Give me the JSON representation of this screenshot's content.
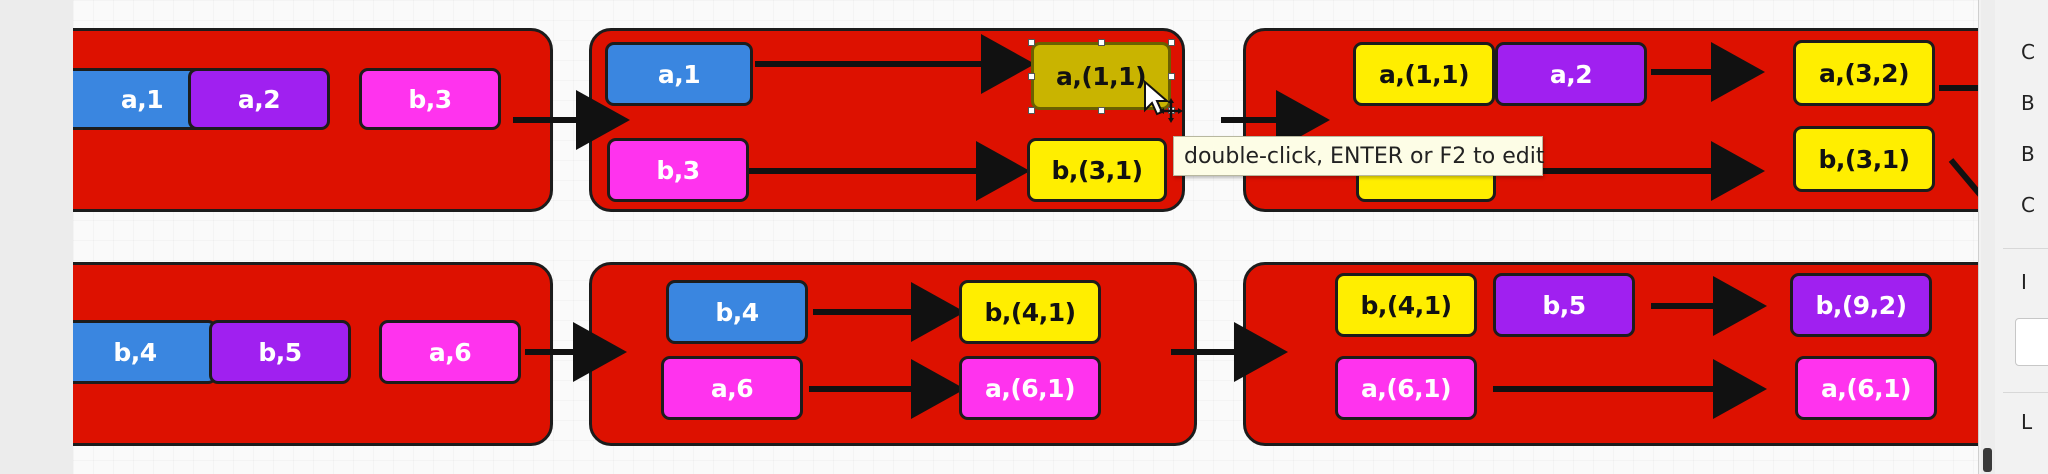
{
  "canvas": {
    "background": "#fafafa",
    "frame_color": "#dd1100",
    "arrow_color": "#111111",
    "colors": {
      "blue": "#3a86e0",
      "purple": "#a020f0",
      "magenta": "#ff33ee",
      "yellow": "#ffee00",
      "olive": "#c9b400"
    },
    "frames": [
      {
        "id": "f1"
      },
      {
        "id": "f2"
      },
      {
        "id": "f3"
      },
      {
        "id": "f4"
      },
      {
        "id": "f5"
      },
      {
        "id": "f6"
      }
    ],
    "nodes": [
      {
        "id": "n1",
        "label": "a,1",
        "color": "blue"
      },
      {
        "id": "n2",
        "label": "a,2",
        "color": "purple"
      },
      {
        "id": "n3",
        "label": "b,3",
        "color": "magenta"
      },
      {
        "id": "n4",
        "label": "a,1",
        "color": "blue"
      },
      {
        "id": "n5",
        "label": "a,(1,1)",
        "color": "olive",
        "selected": true
      },
      {
        "id": "n6",
        "label": "b,3",
        "color": "magenta"
      },
      {
        "id": "n7",
        "label": "b,(3,1)",
        "color": "yellow"
      },
      {
        "id": "n8",
        "label": "a,(1,1)",
        "color": "yellow"
      },
      {
        "id": "n9",
        "label": "a,2",
        "color": "purple"
      },
      {
        "id": "n10",
        "label": "a,(3,2)",
        "color": "yellow"
      },
      {
        "id": "n11",
        "label": "",
        "color": "yellow"
      },
      {
        "id": "n12",
        "label": "b,(3,1)",
        "color": "yellow"
      },
      {
        "id": "n13",
        "label": "b,4",
        "color": "blue"
      },
      {
        "id": "n14",
        "label": "b,5",
        "color": "purple"
      },
      {
        "id": "n15",
        "label": "a,6",
        "color": "magenta"
      },
      {
        "id": "n16",
        "label": "b,4",
        "color": "blue"
      },
      {
        "id": "n17",
        "label": "b,(4,1)",
        "color": "yellow"
      },
      {
        "id": "n18",
        "label": "a,6",
        "color": "magenta"
      },
      {
        "id": "n19",
        "label": "a,(6,1)",
        "color": "magenta"
      },
      {
        "id": "n20",
        "label": "b,(4,1)",
        "color": "yellow"
      },
      {
        "id": "n21",
        "label": "b,5",
        "color": "purple"
      },
      {
        "id": "n22",
        "label": "b,(9,2)",
        "color": "purple"
      },
      {
        "id": "n23",
        "label": "a,(6,1)",
        "color": "magenta"
      },
      {
        "id": "n24",
        "label": "a,(6,1)",
        "color": "magenta"
      }
    ],
    "edges": [
      {
        "from": "n3",
        "to": "f2"
      },
      {
        "from": "n4",
        "to": "n5"
      },
      {
        "from": "n6",
        "to": "n7"
      },
      {
        "from": "f2",
        "to": "f3"
      },
      {
        "from": "n9",
        "to": "n10"
      },
      {
        "from": "n11",
        "to": "n12"
      },
      {
        "from": "n15",
        "to": "f5"
      },
      {
        "from": "n16",
        "to": "n17"
      },
      {
        "from": "n18",
        "to": "n19"
      },
      {
        "from": "f5",
        "to": "f6"
      },
      {
        "from": "n21",
        "to": "n22"
      },
      {
        "from": "n23",
        "to": "n24"
      }
    ]
  },
  "tooltip": {
    "text": "double-click, ENTER or F2 to edit"
  },
  "right_panel": {
    "labels": [
      "C",
      "B",
      "B",
      "C",
      "I",
      "L"
    ]
  }
}
